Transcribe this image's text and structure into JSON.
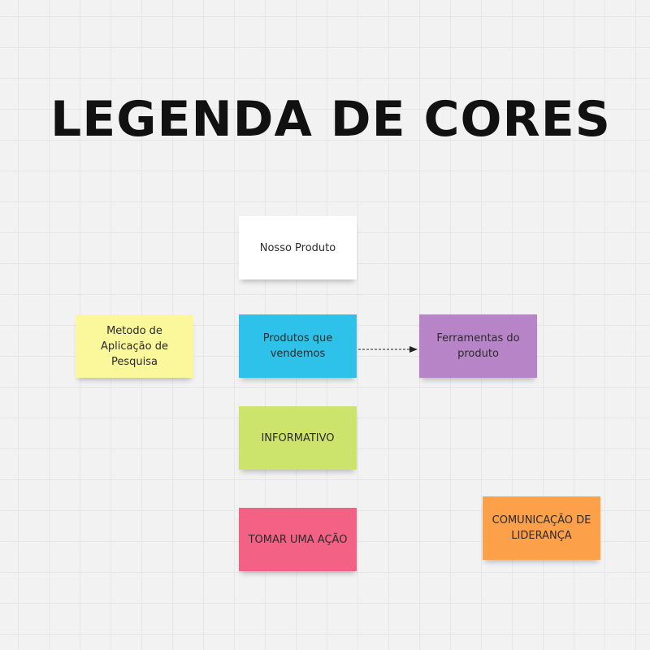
{
  "title": "LEGENDA DE CORES",
  "notes": {
    "nosso_produto": {
      "text": "Nosso Produto",
      "color": "#ffffff"
    },
    "produtos_que_vendemos": {
      "text": "Produtos que vendemos",
      "color": "#2ec1ea"
    },
    "ferramentas_do_produto": {
      "text": "Ferramentas do produto",
      "color": "#b784c8"
    },
    "metodo_pesquisa": {
      "text": "Metodo de Aplicação de Pesquisa",
      "color": "#fbf79b"
    },
    "informativo": {
      "text": "INFORMATIVO",
      "color": "#cde46c"
    },
    "tomar_acao": {
      "text": "TOMAR UMA AÇÃO",
      "color": "#f36184"
    },
    "comunicacao_lideranca": {
      "text": "COMUNICAÇÃO DE LIDERANÇA",
      "color": "#fca04a"
    }
  }
}
